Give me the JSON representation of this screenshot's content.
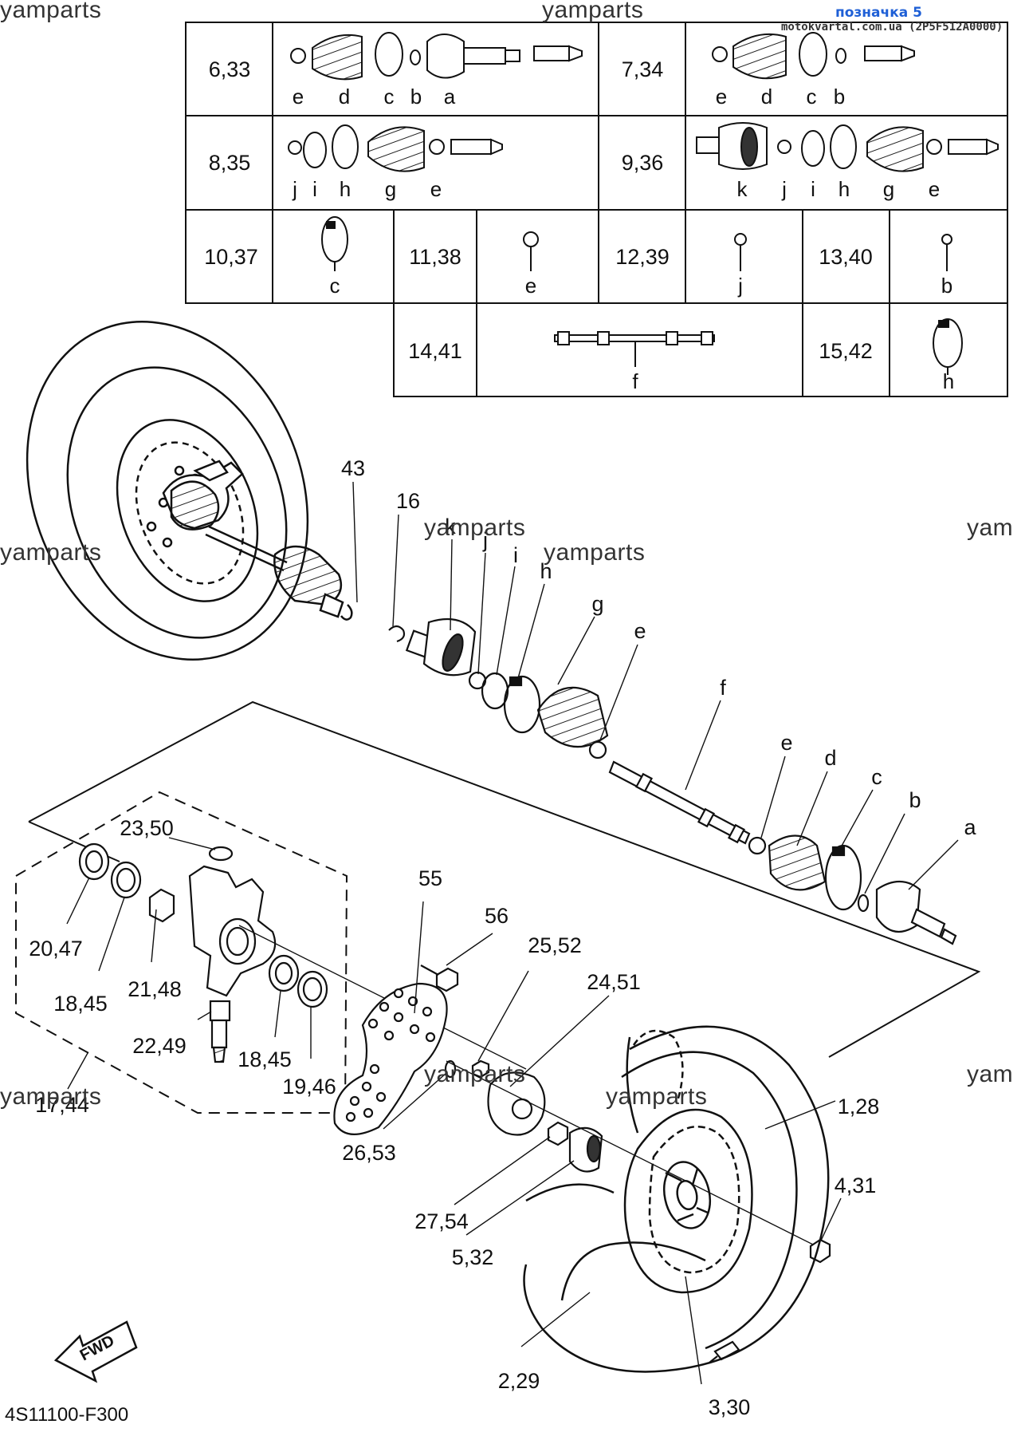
{
  "watermarks": {
    "brand": "yamparts",
    "brand_partial": "yam"
  },
  "header": {
    "link_text": "позначка 5",
    "site_text": "motokvartal.com.ua (2P5F512A0000)"
  },
  "kit_table": {
    "rows": [
      [
        "6,33",
        "7,34"
      ],
      [
        "8,35",
        "9,36"
      ],
      [
        "10,37",
        "11,38",
        "12,39",
        "13,40"
      ],
      [
        "14,41",
        "15,42"
      ]
    ],
    "letters": {
      "r1_left": [
        "e",
        "d",
        "c",
        "b",
        "a"
      ],
      "r1_right": [
        "e",
        "d",
        "c",
        "b"
      ],
      "r2_left": [
        "j",
        "i",
        "h",
        "g",
        "e"
      ],
      "r2_right": [
        "k",
        "j",
        "i",
        "h",
        "g",
        "e"
      ],
      "r3": [
        "c",
        "e",
        "j",
        "b"
      ],
      "r4": [
        "f",
        "h"
      ]
    }
  },
  "callouts": {
    "n43": "43",
    "n16": "16",
    "lk": "k",
    "lj": "j",
    "li": "i",
    "lh": "h",
    "lg": "g",
    "le1": "e",
    "lf": "f",
    "le2": "e",
    "ld": "d",
    "lc": "c",
    "lb": "b",
    "la": "a",
    "n23_50": "23,50",
    "n20_47": "20,47",
    "n18_45a": "18,45",
    "n21_48": "21,48",
    "n22_49": "22,49",
    "n18_45b": "18,45",
    "n19_46": "19,46",
    "n17_44": "17,44",
    "n55": "55",
    "n56": "56",
    "n25_52": "25,52",
    "n24_51": "24,51",
    "n26_53": "26,53",
    "n27_54": "27,54",
    "n5_32": "5,32",
    "n1_28": "1,28",
    "n4_31": "4,31",
    "n2_29": "2,29",
    "n3_30": "3,30"
  },
  "fwd_label": "FWD",
  "drawing_code": "4S11100-F300"
}
